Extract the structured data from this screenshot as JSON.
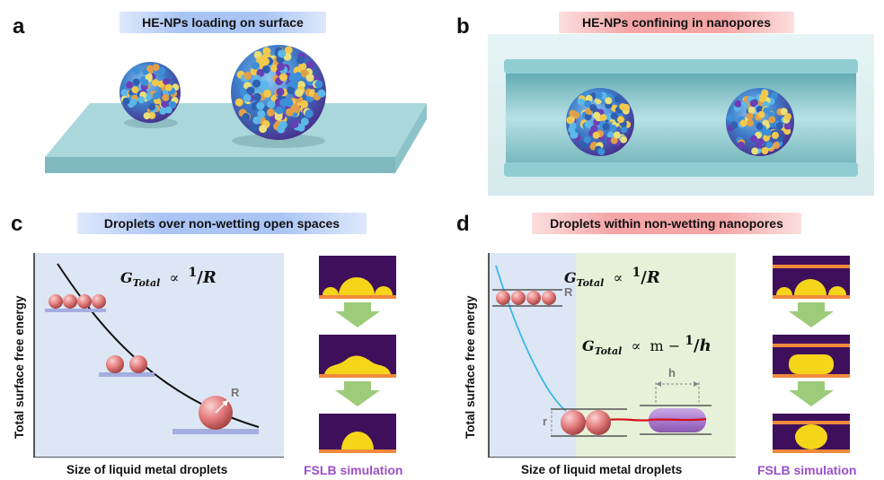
{
  "panels": {
    "a": {
      "letter": "a",
      "banner": "HE-NPs loading on surface"
    },
    "b": {
      "letter": "b",
      "banner": "HE-NPs confining in nanopores"
    },
    "c": {
      "letter": "c",
      "banner": "Droplets over non-wetting open spaces",
      "ylabel": "Total surface free energy",
      "xlabel": "Size of liquid metal droplets",
      "formula": {
        "lhs": "G",
        "sub": "Total",
        "prop": "∝",
        "num": "1",
        "den": "R"
      },
      "radius_label": "R",
      "sim_label": "FSLB simulation"
    },
    "d": {
      "letter": "d",
      "banner": "Droplets within non-wetting nanopores",
      "ylabel": "Total surface free energy",
      "xlabel": "Size of liquid metal droplets",
      "formula1": {
        "lhs": "G",
        "sub": "Total",
        "prop": "∝",
        "num": "1",
        "den": "R"
      },
      "formula2": {
        "lhs": "G",
        "sub": "Total",
        "prop": "∝",
        "m": "m",
        "minus": "−",
        "num": "1",
        "den": "h"
      },
      "radius_label": "R",
      "pore_label": "r",
      "h_label": "h",
      "sim_label": "FSLB simulation"
    }
  },
  "colors": {
    "blue_bg": "#dde6f4",
    "green_bg": "#e7f1d9",
    "droplet": "#e88a8a",
    "substrate": "#a7d8dc",
    "sim_bg": "#3e0f5b",
    "sim_drop": "#f5d51a",
    "sim_plate": "#f08a3c",
    "arrow": "#9ccc7a",
    "fslb": "#9b4fc9",
    "curve_d": "#3ab8e8",
    "red_line": "#d4101b",
    "pill": "#a46fd0"
  }
}
